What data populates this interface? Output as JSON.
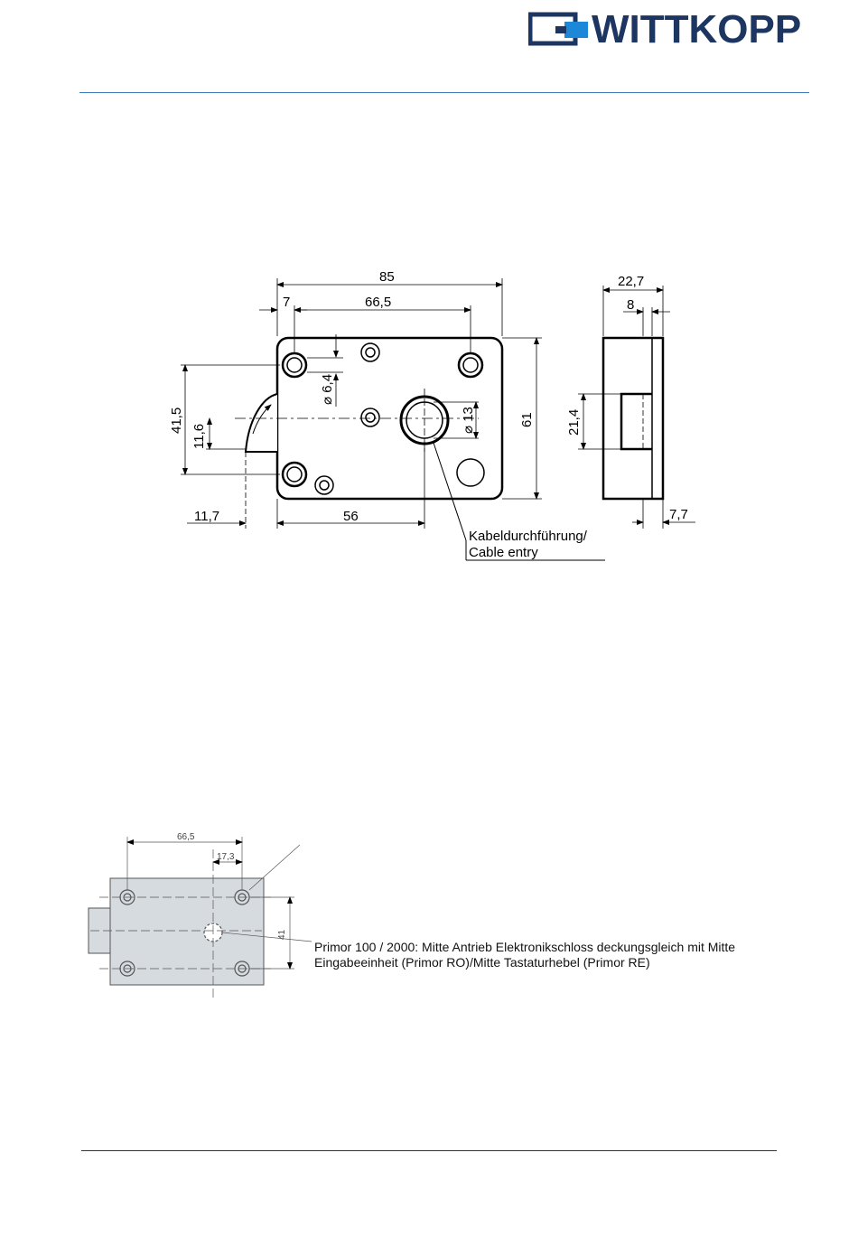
{
  "header": {
    "brand_name": "WITTKOPP",
    "brand_color": "#1c3661",
    "brand_accent": "#1e88d8",
    "logo_icon": "wittkopp-logo-icon"
  },
  "main_drawing": {
    "dimensions": {
      "overall_width": "85",
      "left_offset": "7",
      "hole_spacing": "66,5",
      "bolt_height": "41,5",
      "bolt_offset": "11,6",
      "hole_diameter": "6,4",
      "center_hole_diameter": "13",
      "height": "61",
      "bolt_extension": "11,7",
      "center_distance": "56",
      "side_depth": "22,7",
      "side_inner": "8",
      "side_slot": "21,4",
      "side_base": "7,7"
    },
    "callout_line1": "Kabeldurchführung/",
    "callout_line2": "Cable entry"
  },
  "mounting_drawing": {
    "dimensions": {
      "hole_spacing": "66,5",
      "center_offset": "17,3",
      "height": "41"
    },
    "note": "Primor 100 / 2000: Mitte Antrieb Elektronikschloss deckungsgleich mit Mitte Eingabeeinheit (Primor RO)/Mitte Tastaturhebel (Primor RE)"
  }
}
